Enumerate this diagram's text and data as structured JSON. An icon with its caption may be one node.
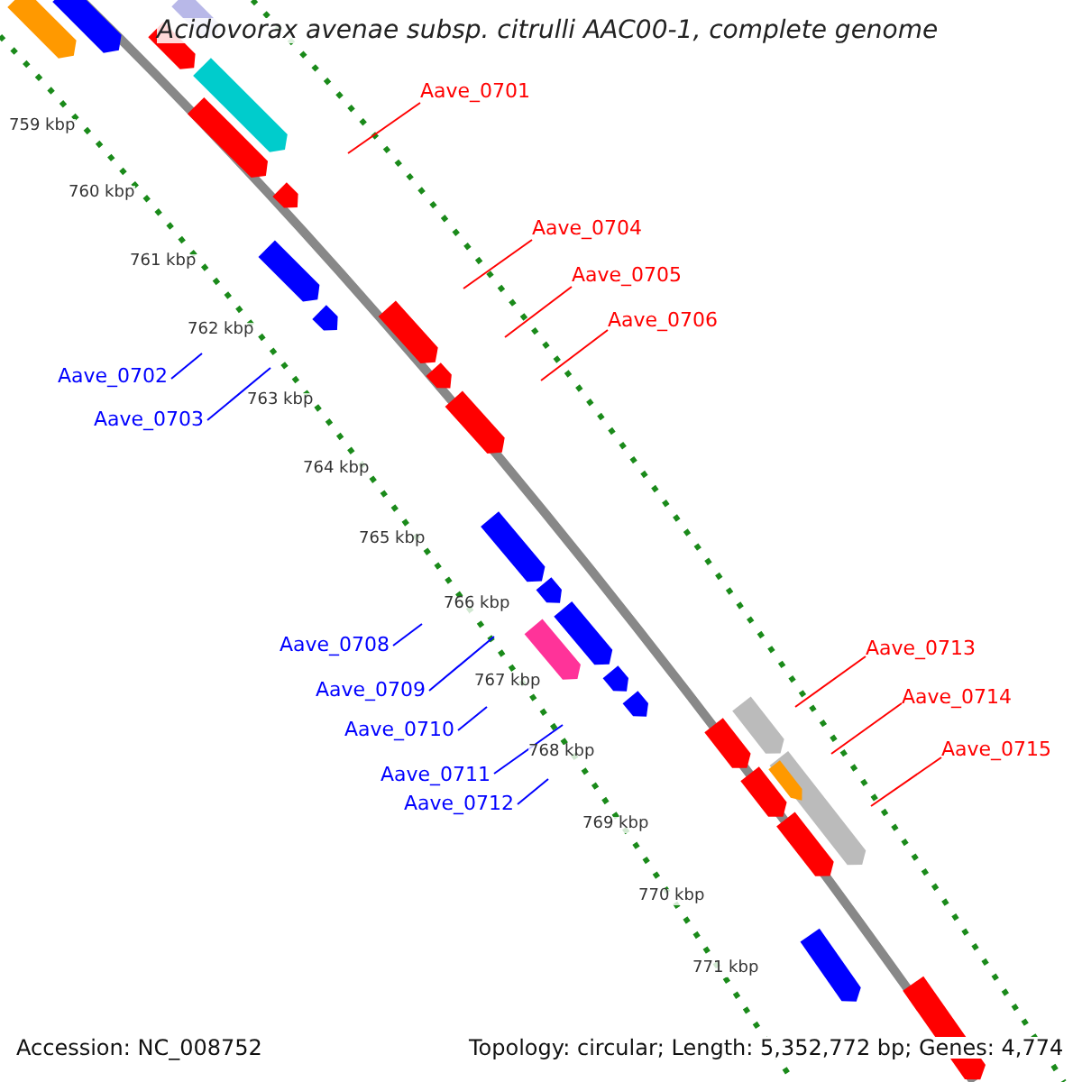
{
  "diagram": {
    "title": "Acidovorax avenae subsp. citrulli AAC00-1, complete genome",
    "nodes": [
      {
        "text": [
          "Aave_0701"
        ]
      },
      {
        "text": [
          "Aave_0704"
        ]
      },
      {
        "text": [
          "Aave_0705"
        ]
      },
      {
        "text": [
          "Aave_0706"
        ]
      },
      {
        "text": [
          "Aave_0702"
        ]
      },
      {
        "text": [
          "Aave_0703"
        ]
      },
      {
        "text": [
          "Aave_0708"
        ]
      },
      {
        "text": [
          "Aave_0709"
        ]
      },
      {
        "text": [
          "Aave_0710"
        ]
      },
      {
        "text": [
          "Aave_0711"
        ]
      },
      {
        "text": [
          "Aave_0712"
        ]
      },
      {
        "text": [
          "Aave_0713"
        ]
      },
      {
        "text": [
          "Aave_0714"
        ]
      },
      {
        "text": [
          "Aave_0715"
        ]
      }
    ],
    "edges": [
      {
        "from": 0,
        "to": null,
        "arrow": "none"
      },
      {
        "from": 1,
        "to": null,
        "arrow": "none"
      },
      {
        "from": 2,
        "to": null,
        "arrow": "none"
      },
      {
        "from": 3,
        "to": null,
        "arrow": "none"
      },
      {
        "from": 4,
        "to": null,
        "arrow": "none",
        "color": "#0000ff"
      },
      {
        "from": 5,
        "to": null,
        "arrow": "none",
        "color": "#0000ff"
      },
      {
        "from": 6,
        "to": null,
        "arrow": "none",
        "color": "#0000ff"
      },
      {
        "from": 7,
        "to": null,
        "arrow": "none",
        "color": "#0000ff"
      },
      {
        "from": 8,
        "to": null,
        "arrow": "none",
        "color": "#0000ff"
      },
      {
        "from": 9,
        "to": null,
        "arrow": "none",
        "color": "#0000ff"
      },
      {
        "from": 10,
        "to": null,
        "arrow": "none",
        "color": "#0000ff"
      },
      {
        "from": 11,
        "to": null,
        "arrow": "none"
      },
      {
        "from": 12,
        "to": null,
        "arrow": "none"
      },
      {
        "from": 13,
        "to": null,
        "arrow": "none"
      }
    ],
    "labels": [
      "759 kbp",
      "760 kbp",
      "761 kbp",
      "762 kbp",
      "763 kbp",
      "764 kbp",
      "765 kbp",
      "766 kbp",
      "767 kbp",
      "768 kbp",
      "769 kbp",
      "770 kbp",
      "771 kbp",
      "Accession: NC_008752",
      "Topology: circular; Length: 5,352,772 bp; Genes: 4,774"
    ]
  }
}
